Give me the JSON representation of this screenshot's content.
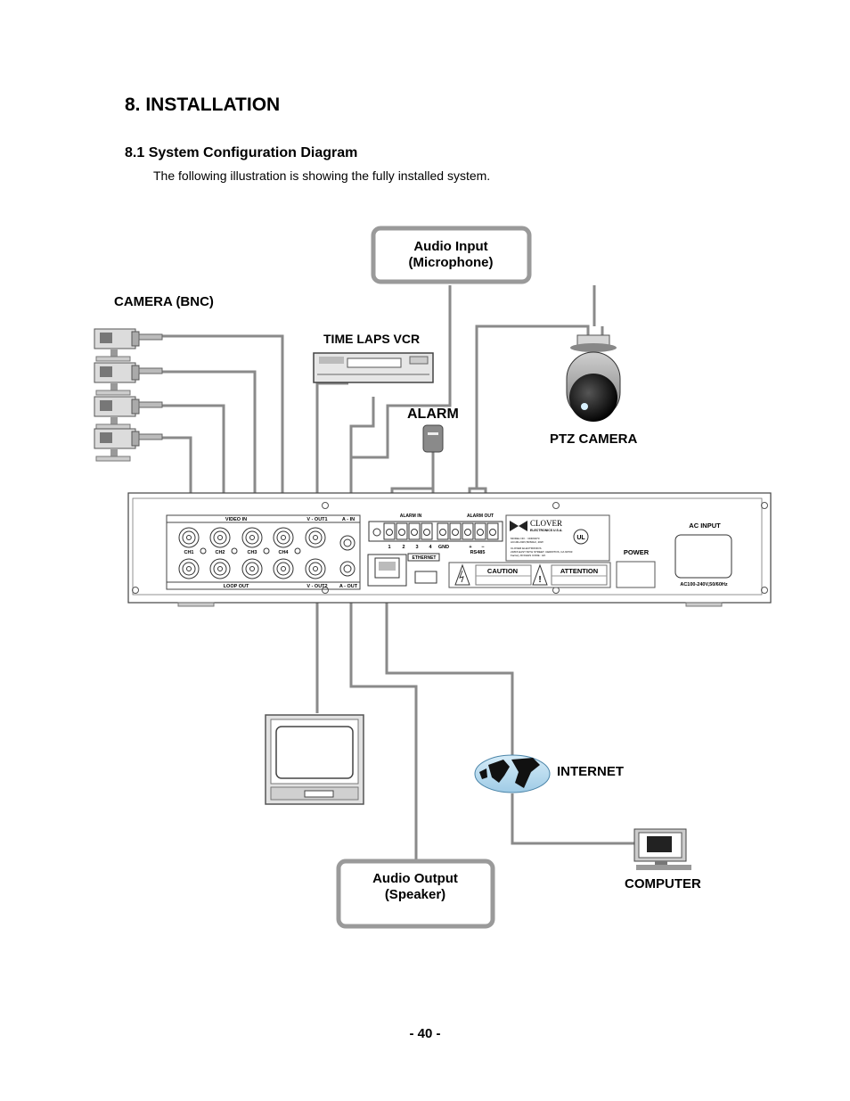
{
  "heading": "8. INSTALLATION",
  "subheading": "8.1  System Configuration Diagram",
  "intro": "The following illustration is showing the fully installed system.",
  "labels": {
    "audio_input_line1": "Audio Input",
    "audio_input_line2": "(Microphone)",
    "camera_bnc": "CAMERA (BNC)",
    "time_laps_vcr": "TIME LAPS VCR",
    "alarm": "ALARM",
    "ptz_camera": "PTZ CAMERA",
    "internet": "INTERNET",
    "computer": "COMPUTER",
    "audio_output_line1": "Audio Output",
    "audio_output_line2": "(Speaker)"
  },
  "panel": {
    "video_in": "VIDEO IN",
    "loop_out": "LOOP OUT",
    "v_out1": "V - OUT1",
    "v_out2": "V - OUT2",
    "a_in": "A - IN",
    "a_out": "A - OUT",
    "channels": [
      "CH1",
      "CH2",
      "CH3",
      "CH4"
    ],
    "ethernet": "ETHERNET",
    "alarm_in": "ALARM IN",
    "alarm_out": "ALARM OUT",
    "terminals": [
      "1",
      "2",
      "3",
      "4",
      "GND",
      "+",
      "−"
    ],
    "rs485": "RS485",
    "brand": "CLOVER",
    "brand_sub": "ELECTRONICS U.S.A.",
    "model_line1": "MODEL NO. : CDR0470",
    "model_line2": "AC100-240V,50/60Hz, 20W",
    "maker_line1": "CLOVER ELECTRONICS",
    "maker_line2": "21815 EAST 84TH STREET, CERRITOS, CA 90703",
    "maker_line3": "Factory ID:DHHS CODE : HK",
    "ul_text": "UL",
    "caution": "CAUTION",
    "attention": "ATTENTION",
    "power": "POWER",
    "ac_input": "AC INPUT",
    "ac_rating": "AC100-240V,50/60Hz"
  },
  "page_number": "- 40 -"
}
